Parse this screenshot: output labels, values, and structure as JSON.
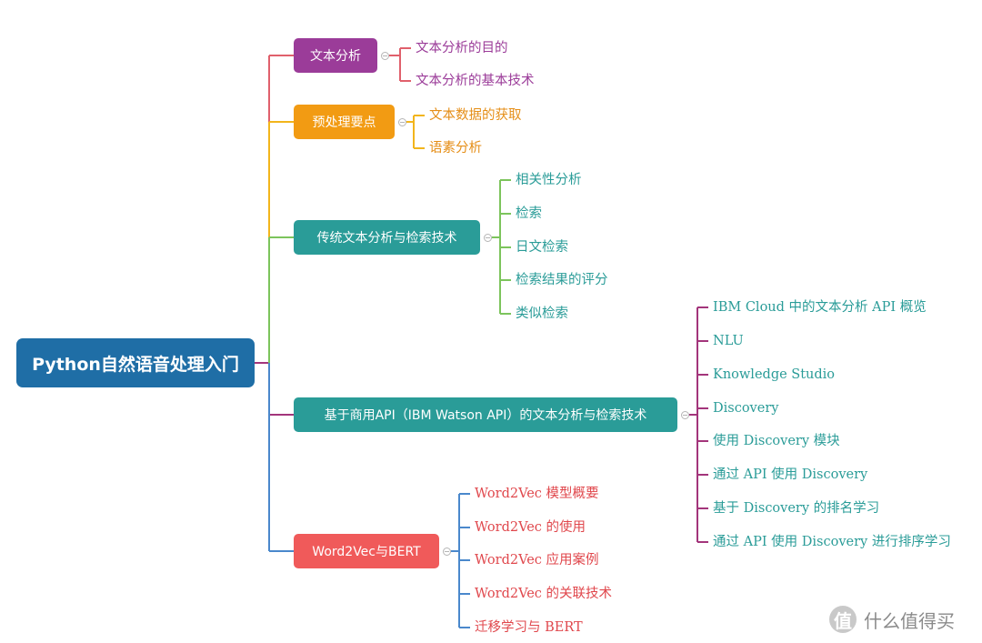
{
  "root": {
    "label": "Python自然语音处理入门",
    "color": "#1f6ea6"
  },
  "branches": [
    {
      "label": "文本分析",
      "color": "#9b3c99",
      "line_color": "#e0606c",
      "leaf_color": "#9b3c99",
      "leaves": [
        "文本分析的目的",
        "文本分析的基本技术"
      ]
    },
    {
      "label": "预处理要点",
      "color": "#f29b13",
      "line_color": "#f2b51c",
      "leaf_color": "#e58e17",
      "leaves": [
        "文本数据的获取",
        "语素分析"
      ]
    },
    {
      "label": "传统文本分析与检索技术",
      "color": "#2a9c98",
      "line_color": "#7cc45c",
      "leaf_color": "#2a9c98",
      "leaves": [
        "相关性分析",
        "检索",
        "日文检索",
        "检索结果的评分",
        "类似检索"
      ]
    },
    {
      "label": "基于商用API（IBM Watson API）的文本分析与检索技术",
      "color": "#2a9c98",
      "line_color": "#a3357b",
      "leaf_color": "#2a9c98",
      "leaves": [
        "IBM Cloud 中的文本分析 API 概览",
        "NLU",
        "Knowledge Studio",
        "Discovery",
        "使用 Discovery 模块",
        "通过 API 使用 Discovery",
        "基于 Discovery 的排名学习",
        "通过 API 使用 Discovery 进行排序学习"
      ]
    },
    {
      "label": "Word2Vec与BERT",
      "color": "#f05a5a",
      "line_color": "#4a88cc",
      "leaf_color": "#e0474c",
      "leaves": [
        "Word2Vec 模型概要",
        "Word2Vec 的使用",
        "Word2Vec 应用案例",
        "Word2Vec 的关联技术",
        "迁移学习与 BERT"
      ]
    }
  ],
  "watermark": {
    "icon": "值",
    "text": "什么值得买"
  }
}
